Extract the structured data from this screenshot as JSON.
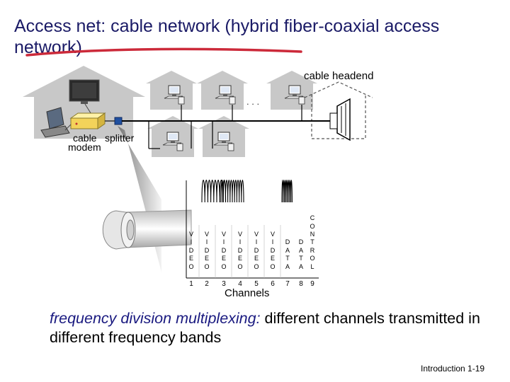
{
  "title": "Access net: cable network (hybrid fiber-coaxial access network)",
  "labels": {
    "headend": "cable headend",
    "ellipsis": ". . .",
    "cable_modem_line1": "cable",
    "cable_modem_line2": "modem",
    "splitter": "splitter",
    "channels": "Channels"
  },
  "channels": [
    {
      "label": "V\nI\nD\nE\nO",
      "number": "1"
    },
    {
      "label": "V\nI\nD\nE\nO",
      "number": "2"
    },
    {
      "label": "V\nI\nD\nE\nO",
      "number": "3"
    },
    {
      "label": "V\nI\nD\nE\nO",
      "number": "4"
    },
    {
      "label": "V\nI\nD\nE\nO",
      "number": "5"
    },
    {
      "label": "V\nI\nD\nE\nO",
      "number": "6"
    },
    {
      "label": "D\nA\nT\nA",
      "number": "7"
    },
    {
      "label": "D\nA\nT\nA",
      "number": "8"
    },
    {
      "label": "C\nO\nN\nT\nR\nO\nL",
      "number": "9"
    }
  ],
  "caption": {
    "emphasis": "frequency division multiplexing:",
    "rest": " different channels transmitted in different frequency bands"
  },
  "footer": "Introduction 1-19",
  "colors": {
    "title": "#1a1a66",
    "underline": "#cc2a3a",
    "emphasis": "#1a1a80",
    "house": "#c8c8c8",
    "headend_outline": "#555555"
  }
}
